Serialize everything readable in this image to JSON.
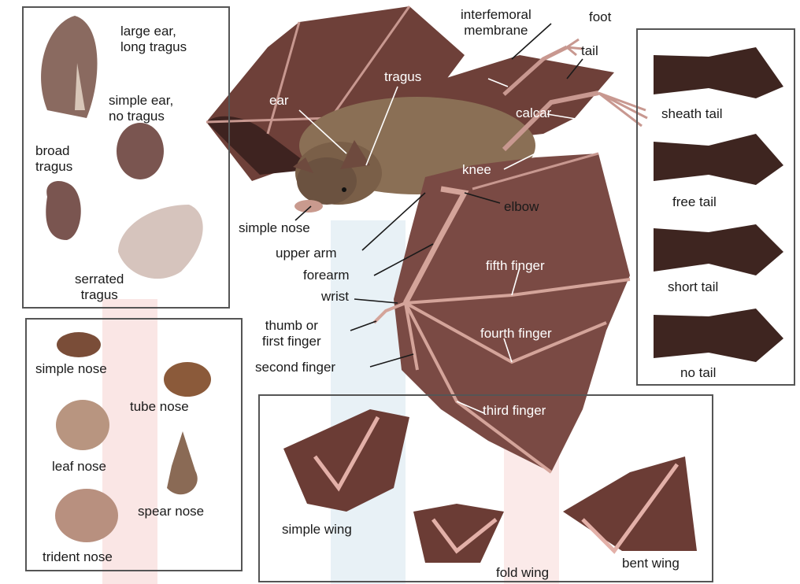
{
  "colors": {
    "membrane": "#7a4a44",
    "membrane_dark": "#4e2c28",
    "bone": "#d8a8a0",
    "fur": "#8a6f55",
    "panel_border": "#555555",
    "watermark_pink": "#f3c9c6",
    "watermark_blue": "#cfe0ec"
  },
  "ear_panel": {
    "large_ear": "large ear,\nlong tragus",
    "simple_ear": "simple ear,\nno tragus",
    "broad_tragus": "broad\ntragus",
    "serrated_tragus": "serrated\ntragus"
  },
  "nose_panel": {
    "simple_nose": "simple nose",
    "tube_nose": "tube nose",
    "leaf_nose": "leaf nose",
    "spear_nose": "spear nose",
    "trident_nose": "trident nose"
  },
  "tail_panel": {
    "sheath_tail": "sheath tail",
    "free_tail": "free tail",
    "short_tail": "short tail",
    "no_tail": "no tail"
  },
  "wing_panel": {
    "simple_wing": "simple wing",
    "fold_wing": "fold wing",
    "bent_wing": "bent wing"
  },
  "anatomy": {
    "interfemoral_membrane": "interfemoral\nmembrane",
    "foot": "foot",
    "tail": "tail",
    "tragus": "tragus",
    "ear": "ear",
    "calcar": "calcar",
    "knee": "knee",
    "elbow": "elbow",
    "simple_nose": "simple nose",
    "upper_arm": "upper arm",
    "forearm": "forearm",
    "fifth_finger": "fifth finger",
    "wrist": "wrist",
    "thumb": "thumb or\nfirst finger",
    "fourth_finger": "fourth finger",
    "second_finger": "second finger",
    "third_finger": "third finger"
  }
}
